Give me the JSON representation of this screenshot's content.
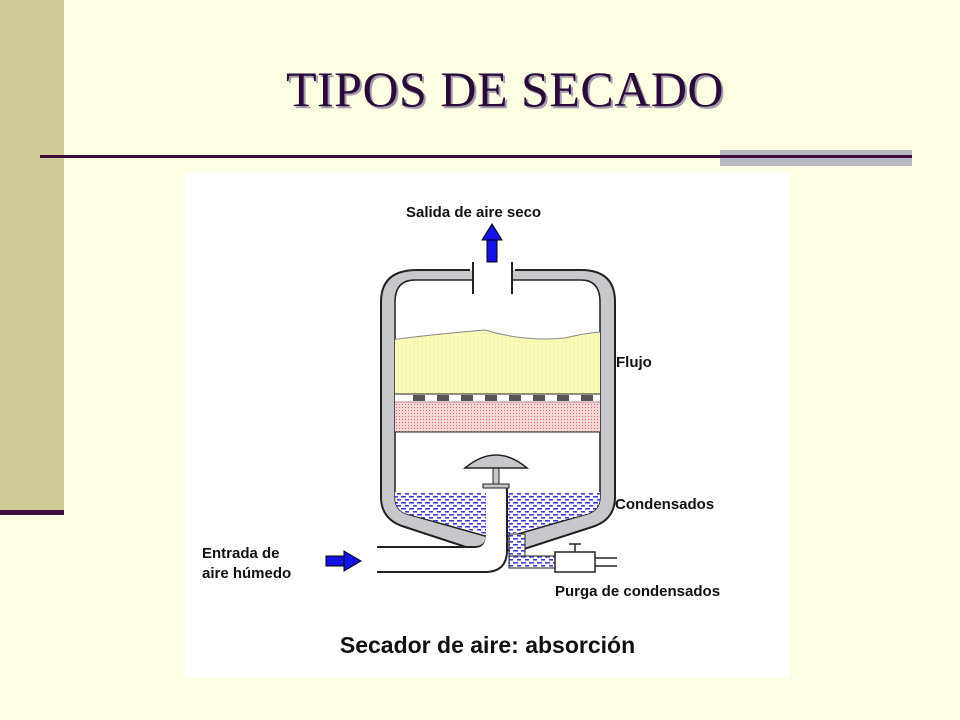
{
  "slide": {
    "title": "TIPOS DE SECADO"
  },
  "diagram": {
    "labels": {
      "outlet": "Salida de aire seco",
      "flow": "Flujo",
      "condensate": "Condensados",
      "inlet_line1": "Entrada de",
      "inlet_line2": "aire húmedo",
      "drain": "Purga de condensados"
    },
    "caption": "Secador de aire: absorción",
    "colors": {
      "arrow": "#1414e6",
      "desiccant": "#fbfbb8",
      "filter": "#f0b8b8",
      "condensate": "#4646e0",
      "vessel_wall": "#c8c8cc"
    }
  }
}
